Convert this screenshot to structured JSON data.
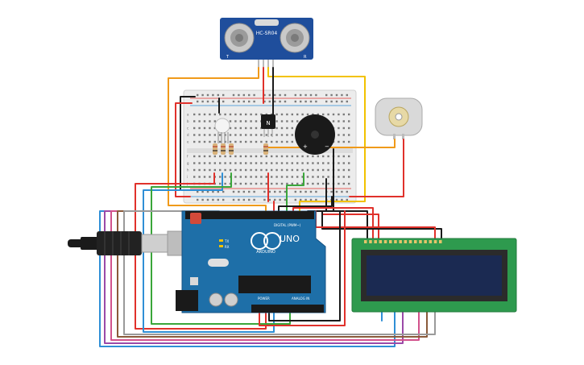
{
  "sensor": {
    "label": "HC-SR04",
    "left_mark": "T",
    "right_mark": "R"
  },
  "arduino": {
    "model": "UNO",
    "brand": "ARDUINO",
    "digital_label": "DIGITAL (PWM~)",
    "analog_label": "ANALOG IN",
    "power_label": "POWER",
    "tx_label": "TX",
    "rx_label": "RX"
  },
  "transistor": {
    "label": "N"
  },
  "buzzer": {
    "plus": "+",
    "minus": "−"
  },
  "breadboard": {
    "row_letters": [
      "a",
      "b",
      "c",
      "d",
      "e",
      "f",
      "g",
      "h",
      "i",
      "j"
    ]
  },
  "colors": {
    "red": "#e0312b",
    "black": "#1a1a1a",
    "orange": "#f09a1a",
    "yellow": "#f2c200",
    "green": "#3aa63a",
    "blue": "#2f8fd6",
    "purple": "#9b4aa8",
    "pink": "#d2528c",
    "brown": "#8a5a3a",
    "gray": "#9a9a9a",
    "arduino_blue": "#1e6fa8",
    "lcd_green": "#2e9a4e",
    "lcd_screen": "#1b2a52",
    "sensor_blue": "#1f4e9c"
  }
}
